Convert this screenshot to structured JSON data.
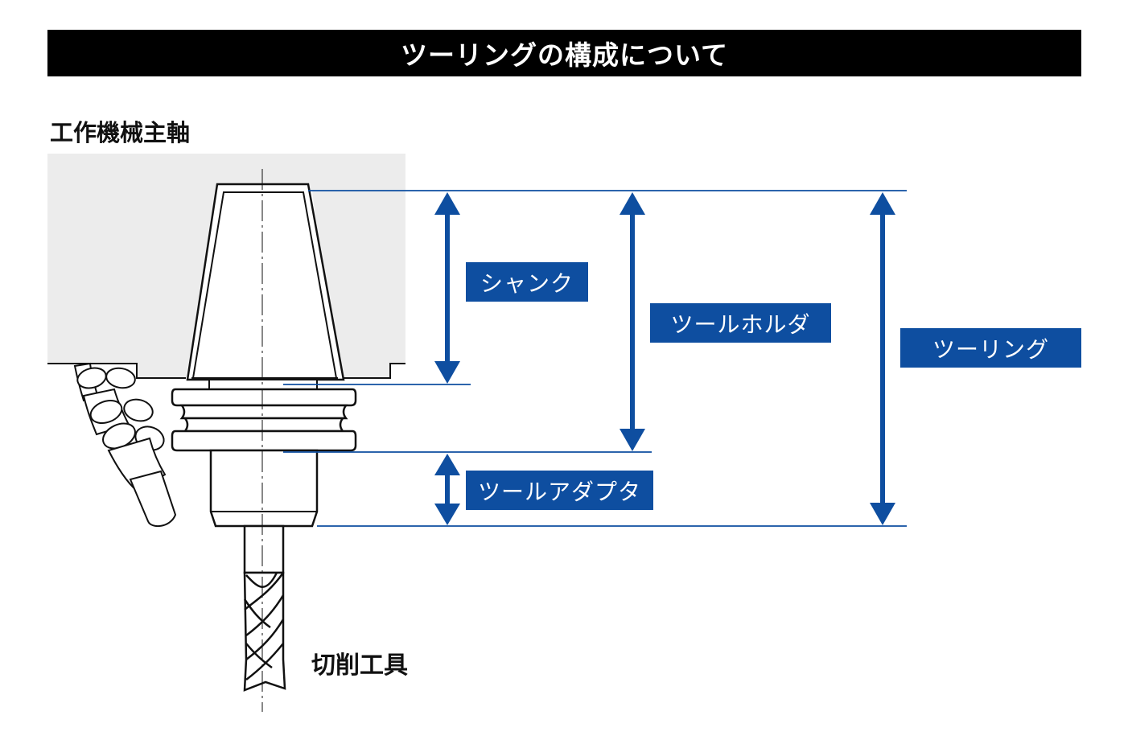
{
  "title": "ツーリングの構成について",
  "labels": {
    "spindle": "工作機械主軸",
    "cutting_tool": "切削工具",
    "shank": "シャンク",
    "tool_holder": "ツールホルダ",
    "tooling": "ツーリング",
    "tool_adapter": "ツールアダプタ"
  },
  "colors": {
    "accent_blue": "#0e4ea0",
    "spindle_fill": "#ececec",
    "title_bar": "#000000"
  }
}
